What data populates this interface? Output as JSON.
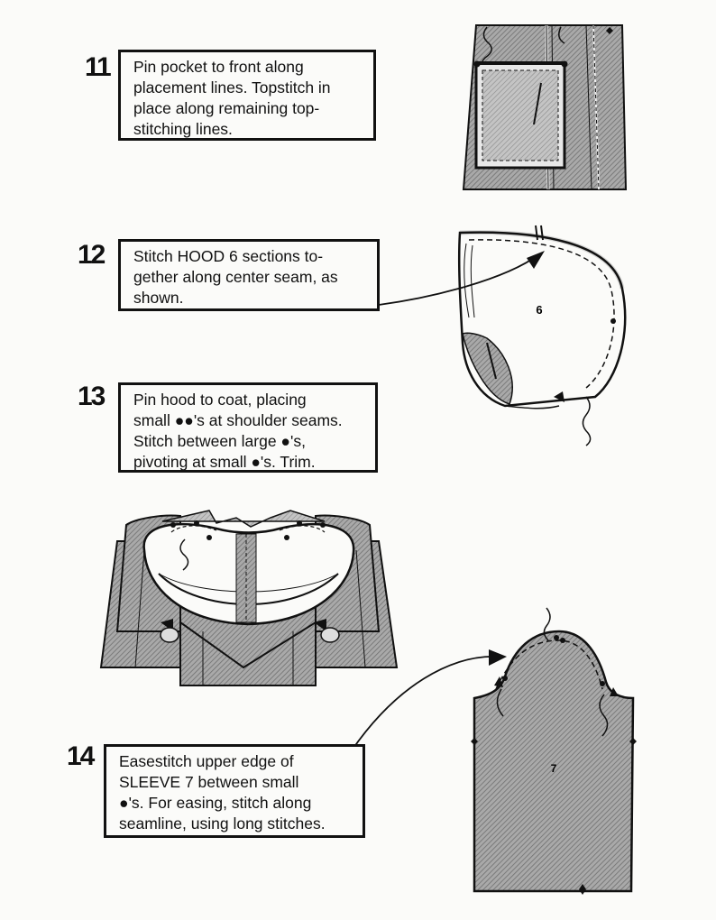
{
  "steps": [
    {
      "number": "11",
      "lines": [
        "Pin pocket to front along",
        "placement lines. Topstitch in",
        "place along remaining top-",
        "stitching lines."
      ]
    },
    {
      "number": "12",
      "lines": [
        "Stitch HOOD 6 sections to-",
        "gether along center seam, as",
        "shown."
      ]
    },
    {
      "number": "13",
      "lines": [
        "Pin hood to coat, placing",
        "small ●●'s at shoulder seams.",
        "Stitch between large ●'s,",
        "pivoting at small ●'s. Trim."
      ]
    },
    {
      "number": "14",
      "lines": [
        "Easestitch upper edge of",
        "SLEEVE 7 between small",
        "●'s. For easing, stitch along",
        "seamline, using long stitches."
      ]
    }
  ],
  "figures": {
    "hood_piece_label": "6",
    "sleeve_piece_label": "7"
  }
}
